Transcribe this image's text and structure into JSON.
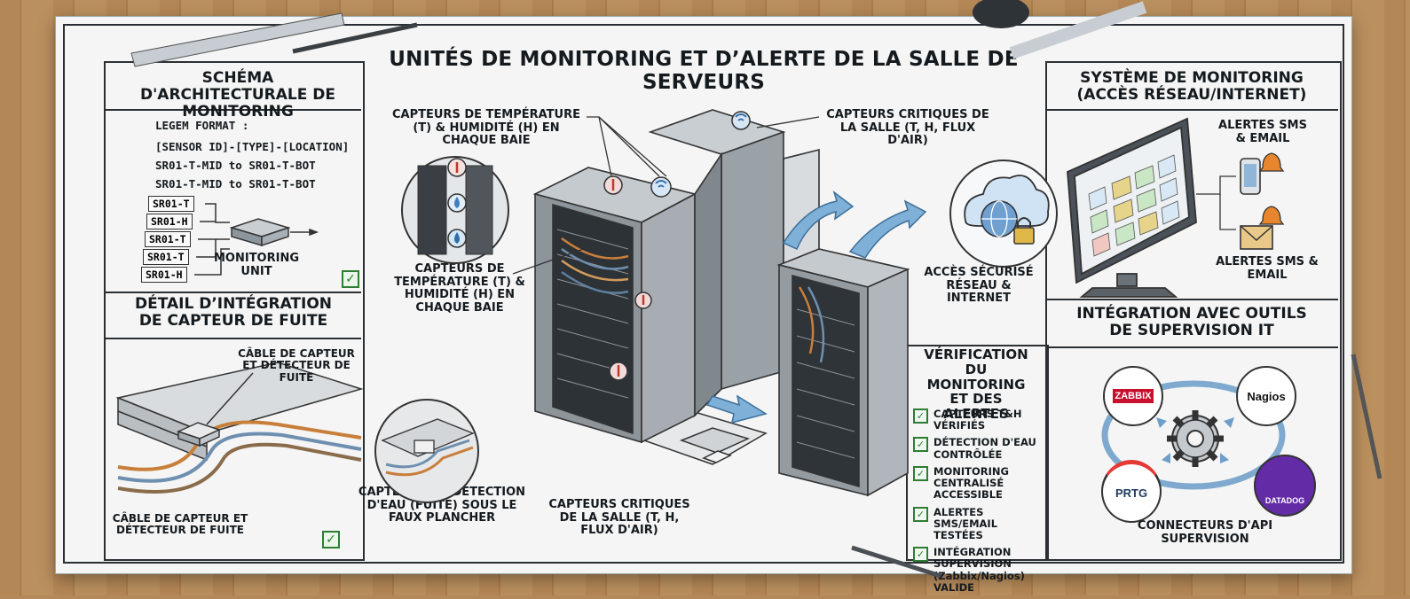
{
  "title": "UNITÉS DE MONITORING ET D’ALERTE DE LA SALLE DE SERVEURS",
  "left": {
    "arch_title": "SCHÉMA D'ARCHITECTURALE DE MONITORING",
    "legend_title": "LEGEM FORMAT :",
    "legend_lines": [
      "[SENSOR ID]-[TYPE]-[LOCATION]",
      "SR01-T-MID to SR01-T-BOT",
      "SR01-T-MID to SR01-T-BOT"
    ],
    "sensor_tags": [
      "SR01-T",
      "SR01-H",
      "SR01-T",
      "SR01-T",
      "SR01-H"
    ],
    "monitoring_unit": "MONITORING UNIT",
    "leak_title": "DÉTAIL D’INTÉGRATION DE CAPTEUR DE FUITE",
    "leak_label_top": "CÂBLE DE CAPTEUR ET DÉTECTEUR DE FUITE",
    "leak_label_bottom": "CÂBLE DE CAPTEUR ET DÉTECTEUR DE FUITE",
    "check_mark": "✓"
  },
  "center": {
    "callout_top_left": "CAPTEURS DE TEMPÉRATURE (T) & HUMIDITÉ (H) EN CHAQUE BAIE",
    "callout_top_right": "CAPTEURS CRITIQUES DE LA SALLE (T, H, FLUX D'AIR)",
    "callout_mid_left": "CAPTEURS DE TEMPÉRATURE (T) & HUMIDITÉ (H) EN CHAQUE BAIE",
    "callout_bottom_left": "CAPTEURS DE DÉTECTION D'EAU (FUITE) SOUS LE FAUX PLANCHER",
    "callout_bottom_mid": "CAPTEURS CRITIQUES DE LA SALLE (T, H, FLUX D'AIR)",
    "secure_access": "ACCÈS SÉCURISÉ RÉSEAU & INTERNET"
  },
  "verification": {
    "title": "VÉRIFICATION DU MONITORING ET DES ALERTES",
    "items": [
      "CAPTEURS T&H VÉRIFIÉS",
      "DÉTECTION D'EAU CONTRÔLÉE",
      "MONITORING CENTRALISÉ ACCESSIBLE",
      "ALERTES SMS/EMAIL TESTÉES",
      "INTÉGRATION SUPERVISION (Zabbix/Nagios) VALIDE"
    ]
  },
  "right": {
    "system_title": "SYSTÈME DE MONITORING (ACCÈS RÉSEAU/INTERNET)",
    "alert_top": "ALERTES SMS & EMAIL",
    "alert_bottom": "ALERTES SMS & EMAIL",
    "integration_title": "INTÉGRATION AVEC OUTILS DE SUPERVISION IT",
    "logos": [
      "ZABBIX",
      "Nagios",
      "PRTG",
      "DATADOG"
    ],
    "api_label": "CONNECTEURS D'API SUPERVISION"
  },
  "colors": {
    "paper": "#f4f5f4",
    "ink": "#151a1f",
    "check_green": "#2e7d32",
    "arrow_blue": "#6f9fc9",
    "zabbix_red": "#c8102e",
    "datadog_purple": "#632ca6"
  },
  "icons": [
    "thermometer-icon",
    "humidity-drop-icon",
    "wifi-sensor-icon",
    "cloud-globe-icon",
    "padlock-icon",
    "phone-icon",
    "envelope-icon",
    "bell-icon",
    "gear-icon",
    "check-icon"
  ]
}
